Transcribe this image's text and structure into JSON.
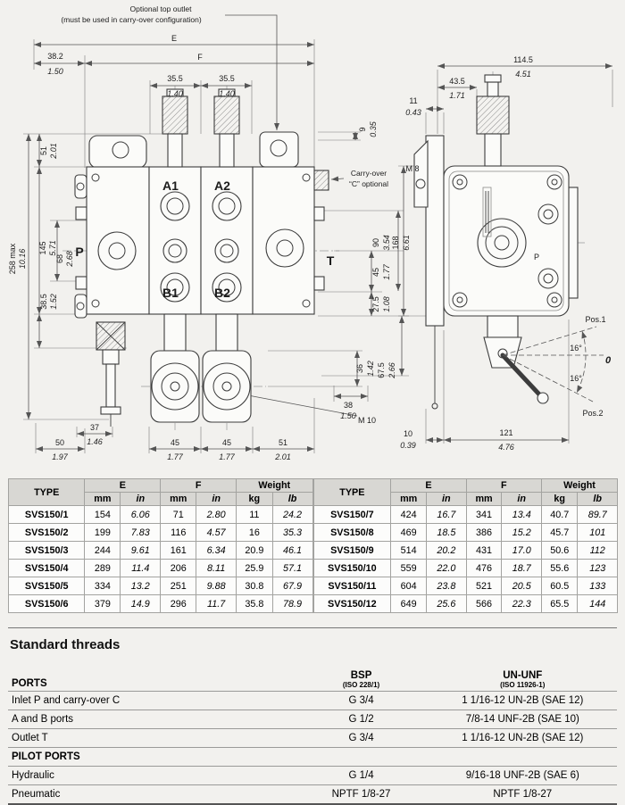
{
  "colors": {
    "port_label": "#8a1a1a"
  },
  "drawing": {
    "note_top_outlet_1": "Optional top outlet",
    "note_top_outlet_2": "(must be used in carry-over configuration)",
    "carry_over_1": "Carry-over",
    "carry_over_2": "“C” optional",
    "front": {
      "dim_E": "E",
      "dim_F": "F",
      "d382": {
        "mm": "38.2",
        "in": "1.50"
      },
      "d355a": {
        "mm": "35.5",
        "in": "1.40"
      },
      "d355b": {
        "mm": "35.5",
        "in": "1.40"
      },
      "d9": {
        "mm": "9",
        "in": "0.35"
      },
      "d51": {
        "mm": "51",
        "in": "2.01"
      },
      "d145": {
        "mm": "145",
        "in": "5.71"
      },
      "d258": {
        "mm": "258 max",
        "in": "10.16"
      },
      "d68": {
        "mm": "68",
        "in": "2.68"
      },
      "d385": {
        "mm": "38.5",
        "in": "1.52"
      },
      "d90": {
        "mm": "90",
        "in": "3.54"
      },
      "d45r": {
        "mm": "45",
        "in": "1.77"
      },
      "d275": {
        "mm": "27.5",
        "in": "1.08"
      },
      "d36": {
        "mm": "36",
        "in": "1.42"
      },
      "d675": {
        "mm": "67.5",
        "in": "2.66"
      },
      "d38": {
        "mm": "38",
        "in": "1.50"
      },
      "m10": "M 10",
      "d37": {
        "mm": "37",
        "in": "1.46"
      },
      "d50": {
        "mm": "50",
        "in": "1.97"
      },
      "d45a": {
        "mm": "45",
        "in": "1.77"
      },
      "d45b": {
        "mm": "45",
        "in": "1.77"
      },
      "d51b": {
        "mm": "51",
        "in": "2.01"
      },
      "ports": {
        "p": "P",
        "t": "T",
        "a1": "A1",
        "a2": "A2",
        "b1": "B1",
        "b2": "B2"
      }
    },
    "side": {
      "d1145": {
        "mm": "114.5",
        "in": "4.51"
      },
      "d435": {
        "mm": "43.5",
        "in": "1.71"
      },
      "d11": {
        "mm": "11",
        "in": "0.43"
      },
      "m8": "M 8",
      "d168": {
        "mm": "168",
        "in": "6.61"
      },
      "p": "P",
      "pos1": "Pos.1",
      "deg_up": "16°",
      "zero": "0",
      "deg_dn": "16°",
      "pos2": "Pos.2",
      "d10": {
        "mm": "10",
        "in": "0.39"
      },
      "d121": {
        "mm": "121",
        "in": "4.76"
      }
    }
  },
  "dim_headers": {
    "type": "TYPE",
    "e": "E",
    "f": "F",
    "weight": "Weight",
    "mm": "mm",
    "in": "in",
    "kg": "kg",
    "lb": "lb"
  },
  "dim_tables": {
    "left": {
      "rows": [
        {
          "type": "SVS150/1",
          "e_mm": "154",
          "e_in": "6.06",
          "f_mm": "71",
          "f_in": "2.80",
          "kg": "11",
          "lb": "24.2"
        },
        {
          "type": "SVS150/2",
          "e_mm": "199",
          "e_in": "7.83",
          "f_mm": "116",
          "f_in": "4.57",
          "kg": "16",
          "lb": "35.3"
        },
        {
          "type": "SVS150/3",
          "e_mm": "244",
          "e_in": "9.61",
          "f_mm": "161",
          "f_in": "6.34",
          "kg": "20.9",
          "lb": "46.1"
        },
        {
          "type": "SVS150/4",
          "e_mm": "289",
          "e_in": "11.4",
          "f_mm": "206",
          "f_in": "8.11",
          "kg": "25.9",
          "lb": "57.1"
        },
        {
          "type": "SVS150/5",
          "e_mm": "334",
          "e_in": "13.2",
          "f_mm": "251",
          "f_in": "9.88",
          "kg": "30.8",
          "lb": "67.9"
        },
        {
          "type": "SVS150/6",
          "e_mm": "379",
          "e_in": "14.9",
          "f_mm": "296",
          "f_in": "11.7",
          "kg": "35.8",
          "lb": "78.9"
        }
      ]
    },
    "right": {
      "rows": [
        {
          "type": "SVS150/7",
          "e_mm": "424",
          "e_in": "16.7",
          "f_mm": "341",
          "f_in": "13.4",
          "kg": "40.7",
          "lb": "89.7"
        },
        {
          "type": "SVS150/8",
          "e_mm": "469",
          "e_in": "18.5",
          "f_mm": "386",
          "f_in": "15.2",
          "kg": "45.7",
          "lb": "101"
        },
        {
          "type": "SVS150/9",
          "e_mm": "514",
          "e_in": "20.2",
          "f_mm": "431",
          "f_in": "17.0",
          "kg": "50.6",
          "lb": "112"
        },
        {
          "type": "SVS150/10",
          "e_mm": "559",
          "e_in": "22.0",
          "f_mm": "476",
          "f_in": "18.7",
          "kg": "55.6",
          "lb": "123"
        },
        {
          "type": "SVS150/11",
          "e_mm": "604",
          "e_in": "23.8",
          "f_mm": "521",
          "f_in": "20.5",
          "kg": "60.5",
          "lb": "133"
        },
        {
          "type": "SVS150/12",
          "e_mm": "649",
          "e_in": "25.6",
          "f_mm": "566",
          "f_in": "22.3",
          "kg": "65.5",
          "lb": "144"
        }
      ]
    }
  },
  "threads": {
    "title": "Standard threads",
    "ports_header": "PORTS",
    "bsp_header": "BSP",
    "bsp_sub": "(ISO 228/1)",
    "ununf_header": "UN-UNF",
    "ununf_sub": "(ISO 11926-1)",
    "rows": [
      {
        "label": "Inlet P and carry-over C",
        "bsp": "G 3/4",
        "ununf": "1 1/16-12 UN-2B (SAE 12)"
      },
      {
        "label": "A and B ports",
        "bsp": "G 1/2",
        "ununf": "7/8-14 UNF-2B (SAE 10)"
      },
      {
        "label": "Outlet T",
        "bsp": "G 3/4",
        "ununf": "1 1/16-12 UN-2B (SAE 12)"
      }
    ],
    "pilot_header": "PILOT PORTS",
    "pilot_rows": [
      {
        "label": "Hydraulic",
        "bsp": "G 1/4",
        "ununf": "9/16-18 UNF-2B (SAE 6)"
      },
      {
        "label": "Pneumatic",
        "bsp": "NPTF 1/8-27",
        "ununf": "NPTF 1/8-27"
      }
    ]
  }
}
